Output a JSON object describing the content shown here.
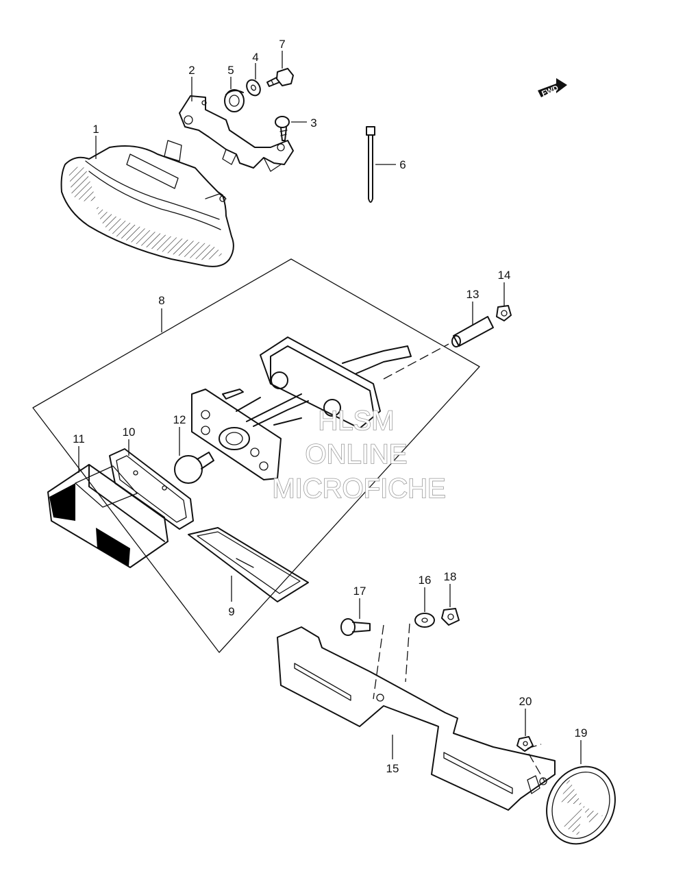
{
  "diagram": {
    "direction_badge": "FWD",
    "callouts": [
      "1",
      "2",
      "3",
      "4",
      "5",
      "6",
      "7",
      "8",
      "9",
      "10",
      "11",
      "12",
      "13",
      "14",
      "15",
      "16",
      "17",
      "18",
      "19",
      "20"
    ]
  },
  "watermark": {
    "line1": "HLSM",
    "line2": "ONLINE",
    "line3": "MICROFICHE",
    "color": "#9a9a9a"
  }
}
